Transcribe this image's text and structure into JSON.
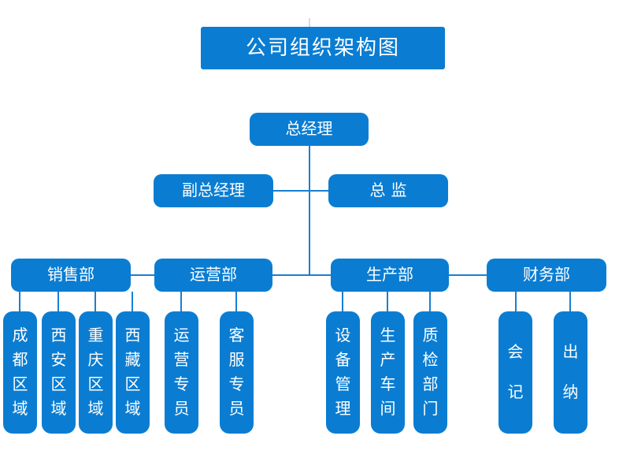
{
  "title": "公司组织架构图",
  "colors": {
    "box_blue": "#0a7dd2",
    "line_blue": "#1a7fd0",
    "text_white": "#ffffff"
  },
  "org": {
    "root": {
      "label": "总经理"
    },
    "level2": [
      {
        "label": "副总经理"
      },
      {
        "label": "总监"
      }
    ],
    "departments": [
      {
        "label": "销售部",
        "children": [
          "成都区域",
          "西安区域",
          "重庆区域",
          "西藏区域"
        ]
      },
      {
        "label": "运营部",
        "children": [
          "运营专员",
          "客服专员"
        ]
      },
      {
        "label": "生产部",
        "children": [
          "设备管理",
          "生产车间",
          "质检部门"
        ]
      },
      {
        "label": "财务部",
        "children": [
          "会记",
          "出纳"
        ]
      }
    ]
  }
}
